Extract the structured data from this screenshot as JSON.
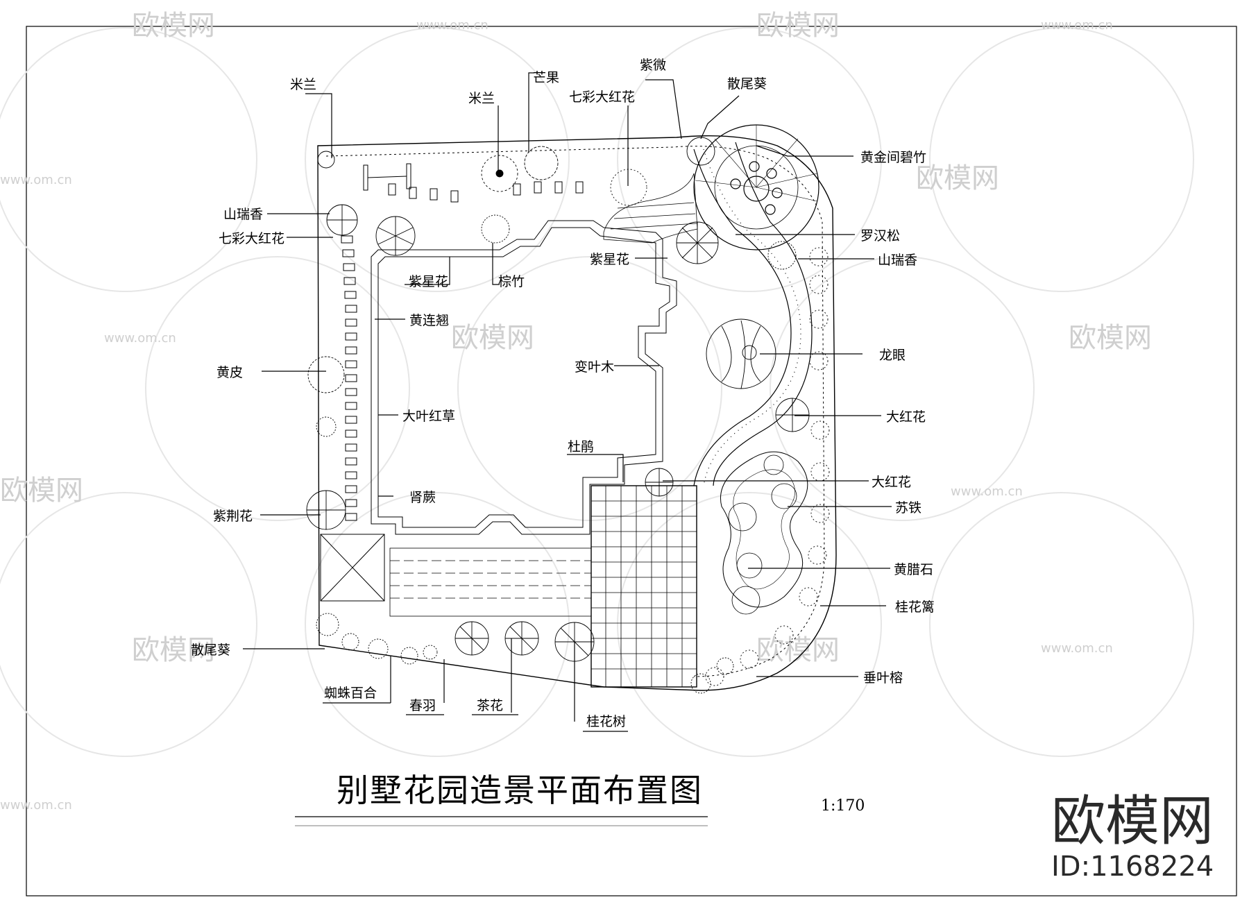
{
  "title": "别墅花园造景平面布置图",
  "scale": "1:170",
  "watermark": {
    "brand": "欧模网",
    "url": "www.om.cn",
    "id_text": "ID:1168224"
  },
  "labels": {
    "milan_top_left": "米兰",
    "mango": "芒果",
    "milan_top": "米兰",
    "qicai_top": "七彩大红花",
    "ziwei": "紫微",
    "sanweikui_top": "散尾葵",
    "huangjin": "黄金间碧竹",
    "shanruixiang_left": "山瑞香",
    "qicai_left": "七彩大红花",
    "luohansong": "罗汉松",
    "shanruixiang_right": "山瑞香",
    "zixinghua_left": "紫星花",
    "zongzhu": "棕竹",
    "zixinghua_right": "紫星花",
    "huanglianqiao": "黄连翘",
    "longyan": "龙眼",
    "huangpi": "黄皮",
    "bianyemu": "变叶木",
    "dahonghua_right": "大红花",
    "dayehongcao": "大叶红草",
    "dujuan": "杜鹃",
    "dahonghua_mid": "大红花",
    "sutie": "苏铁",
    "shenjue": "肾蕨",
    "zijinghua": "紫荆花",
    "huanglashi": "黄腊石",
    "guihuali": "桂花篱",
    "sanweikui_bottom": "散尾葵",
    "chuiyerong": "垂叶榕",
    "zhizhubaihe": "蜘蛛百合",
    "chunyu": "春羽",
    "chahua": "茶花",
    "guihuashu": "桂花树"
  }
}
